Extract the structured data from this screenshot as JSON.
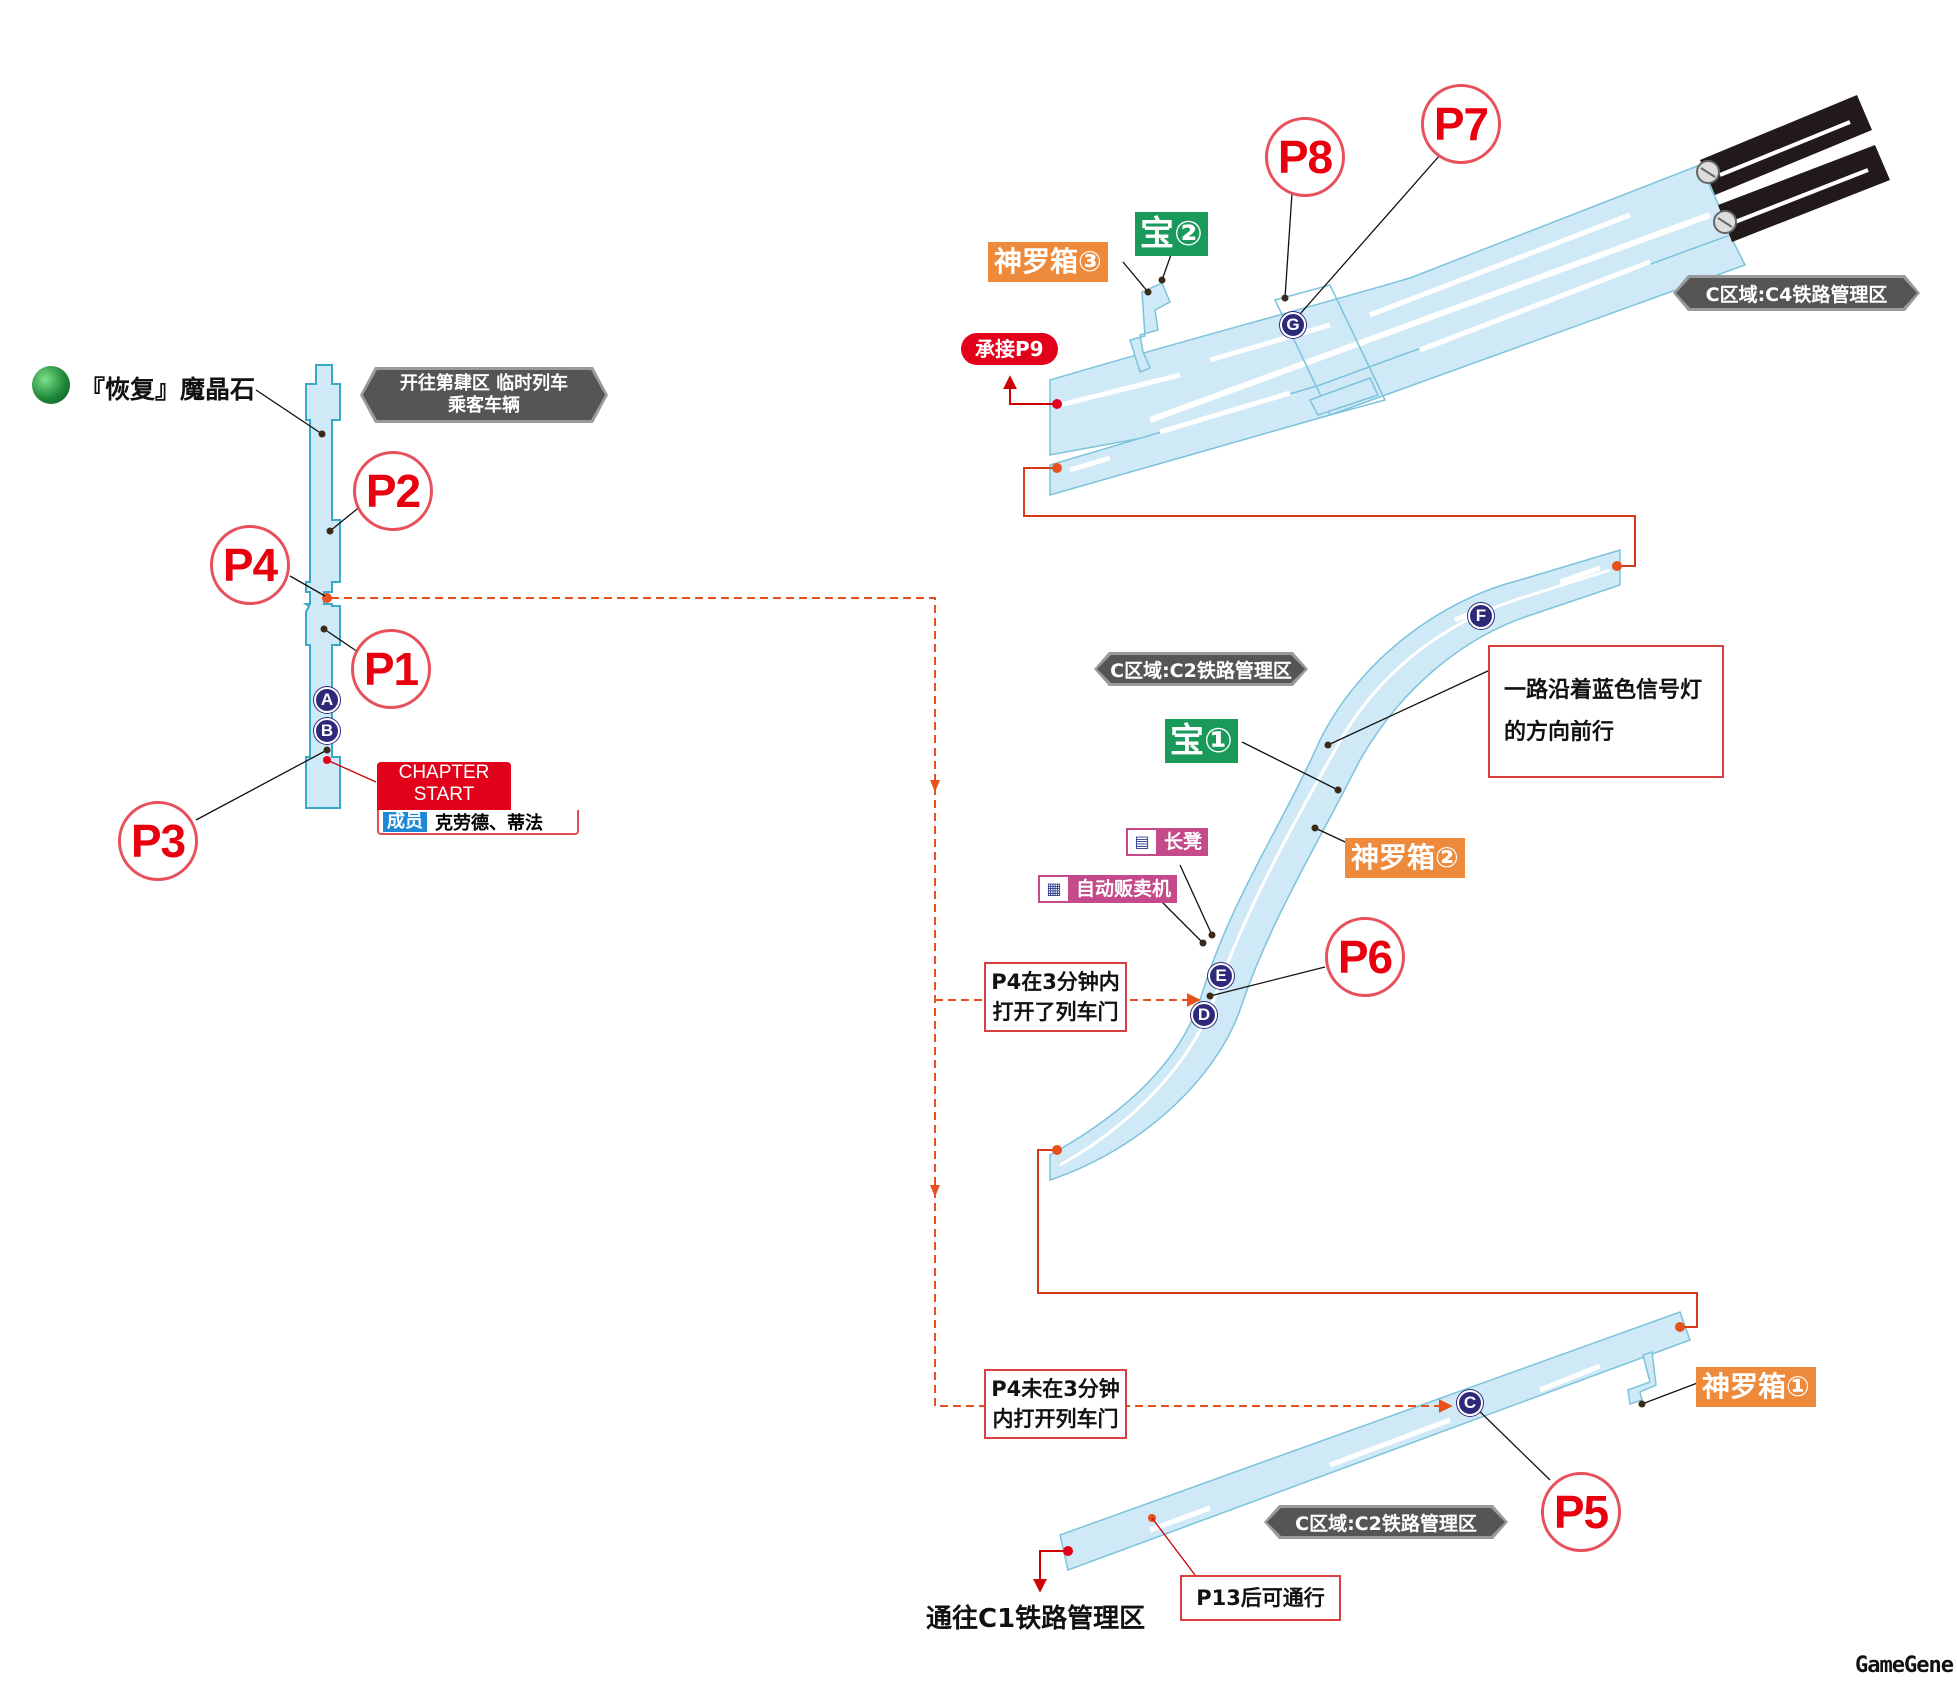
{
  "map": {
    "watermark": "GameGene",
    "zones": {
      "train_label_line1": "开往第肆区 临时列车",
      "train_label_line2": "乘客车辆",
      "c4": "C区域:C4铁路管理区",
      "c2_upper": "C区域:C2铁路管理区",
      "c2_lower": "C区域:C2铁路管理区"
    },
    "materia": {
      "icon": "green-materia-orb",
      "label": "『恢复』魔晶石"
    },
    "chapter_start": {
      "line1": "CHAPTER",
      "line2": "START",
      "members_tag": "成员",
      "members": "克劳德、蒂法"
    },
    "points": {
      "p1": "P1",
      "p2": "P2",
      "p3": "P3",
      "p4": "P4",
      "p5": "P5",
      "p6": "P6",
      "p7": "P7",
      "p8": "P8"
    },
    "markers": {
      "a": "A",
      "b": "B",
      "c": "C",
      "d": "D",
      "e": "E",
      "f": "F",
      "g": "G"
    },
    "treasures": {
      "treasure1": "宝①",
      "treasure2": "宝②",
      "shinra_box1": "神罗箱①",
      "shinra_box2": "神罗箱②",
      "shinra_box3": "神罗箱③"
    },
    "facilities": {
      "bench_icon": "bench-icon",
      "bench": "长凳",
      "vending_icon": "vending-machine-icon",
      "vending": "自动贩卖机"
    },
    "notes": {
      "continue_p9": "承接P9",
      "follow_signal_line1": "一路沿着蓝色信号灯",
      "follow_signal_line2": "的方向前行",
      "opened_line1": "P4在3分钟内",
      "opened_line2": "打开了列车门",
      "not_opened_line1": "P4未在3分钟",
      "not_opened_line2": "内打开列车门",
      "after_p13": "P13后可通行",
      "to_c1": "通往C1铁路管理区"
    },
    "colors": {
      "track_fill": "#cfe9f7",
      "track_edge": "#3aa9c8",
      "route_red": "#d83a1c",
      "point_red": "#e8000e",
      "marker_navy": "#2e2a7a",
      "shinra_orange": "#ee8a3c",
      "treasure_green": "#1a9a5a",
      "facility_purple": "#c44a8a",
      "zone_gray": "#555555"
    }
  }
}
